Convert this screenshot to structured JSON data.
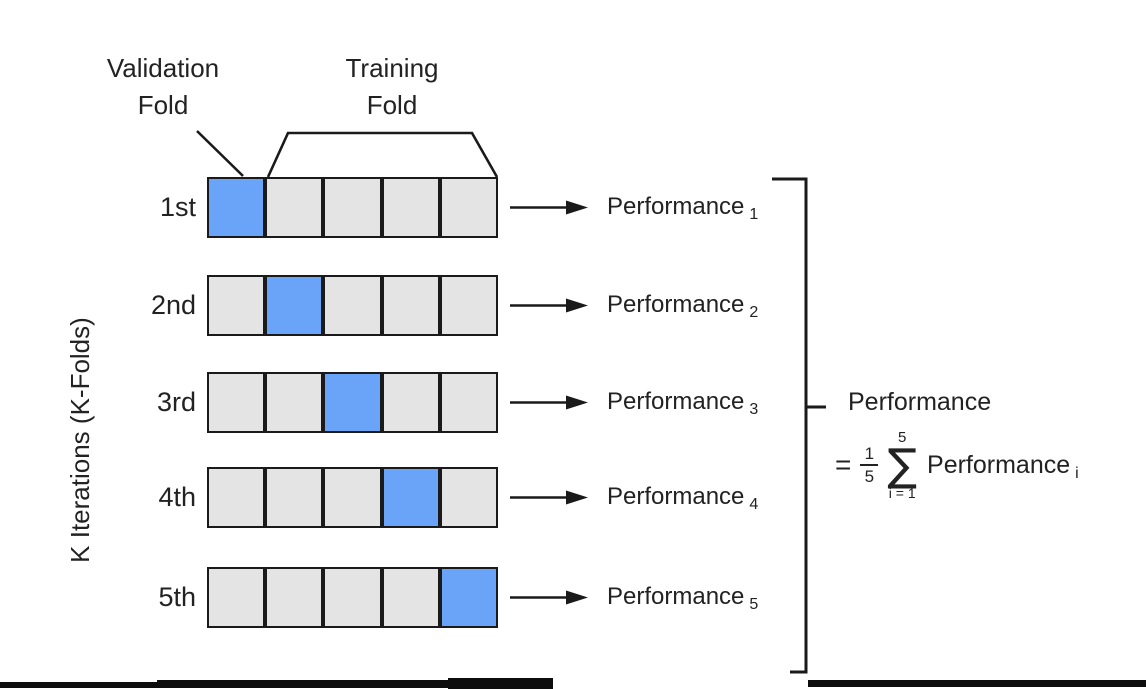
{
  "labels": {
    "validation": {
      "line1": "Validation",
      "line2": "Fold"
    },
    "training": {
      "line1": "Training",
      "line2": "Fold"
    },
    "y_axis": "K Iterations (K-Folds)"
  },
  "folds": 5,
  "rows": [
    {
      "label": "1st",
      "validation_index": 0,
      "performance_label": "Performance",
      "performance_sub": "1"
    },
    {
      "label": "2nd",
      "validation_index": 1,
      "performance_label": "Performance",
      "performance_sub": "2"
    },
    {
      "label": "3rd",
      "validation_index": 2,
      "performance_label": "Performance",
      "performance_sub": "3"
    },
    {
      "label": "4th",
      "validation_index": 3,
      "performance_label": "Performance",
      "performance_sub": "4"
    },
    {
      "label": "5th",
      "validation_index": 4,
      "performance_label": "Performance",
      "performance_sub": "5"
    }
  ],
  "formula": {
    "result_label": "Performance",
    "equals": "=",
    "fraction_numerator": "1",
    "fraction_denominator": "5",
    "sum_symbol": "∑",
    "sum_upper": "5",
    "sum_lower": "i = 1",
    "summand": "Performance",
    "summand_sub": "i"
  },
  "colors": {
    "validation_fill": "#69a4f8",
    "training_fill": "#e4e4e4",
    "line": "#1a1a1a"
  },
  "layout_rows_top": [
    177,
    275,
    372,
    467,
    567
  ]
}
